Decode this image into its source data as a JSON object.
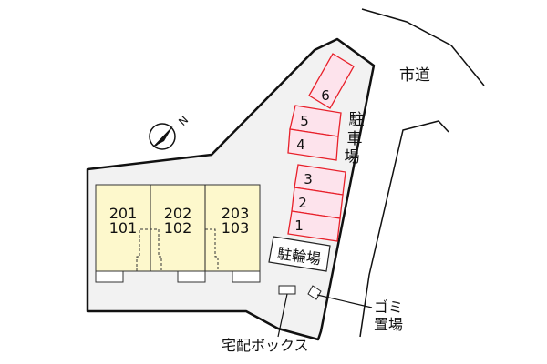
{
  "map": {
    "road_label": "市道",
    "parking_label": "駐車場",
    "parking_label_chars": [
      "駐",
      "車",
      "場"
    ],
    "bicycle_parking_label": "駐輪場",
    "garbage_label_line1": "ゴミ",
    "garbage_label_line2": "置場",
    "delivery_box_label": "宅配ボックス",
    "compass_label": "N",
    "parking_spaces": [
      "1",
      "2",
      "3",
      "4",
      "5",
      "6"
    ],
    "units": [
      {
        "upper": "201",
        "lower": "101"
      },
      {
        "upper": "202",
        "lower": "102"
      },
      {
        "upper": "203",
        "lower": "103"
      }
    ],
    "colors": {
      "site_fill": "#f2f2f2",
      "building_fill": "#fdf8cc",
      "parking_fill": "#fde3ec",
      "parking_stroke": "#e8202a",
      "line": "#111111"
    }
  }
}
